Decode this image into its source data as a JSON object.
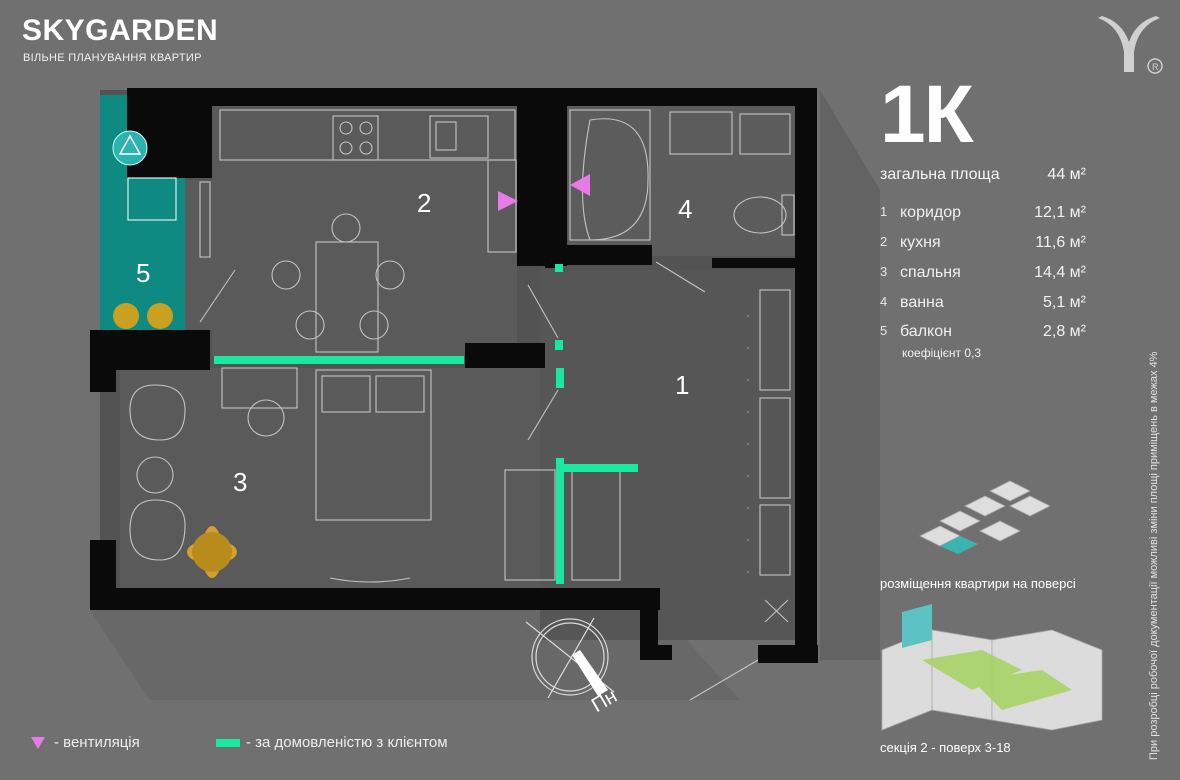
{
  "brand": {
    "name": "SKYGARDEN",
    "subtitle": "ВІЛЬНЕ ПЛАНУВАННЯ КВАРТИР"
  },
  "apartment": {
    "type": "1К",
    "total_label": "загальна площа",
    "total_value": "44 м²",
    "rooms": [
      {
        "num": "1",
        "name": "коридор",
        "area": "12,1 м²"
      },
      {
        "num": "2",
        "name": "кухня",
        "area": "11,6 м²"
      },
      {
        "num": "3",
        "name": "спальня",
        "area": "14,4 м²"
      },
      {
        "num": "4",
        "name": "ванна",
        "area": "5,1 м²"
      },
      {
        "num": "5",
        "name": "балкон",
        "area": "2,8 м²"
      }
    ],
    "coefficient": "коефіцієнт 0,3"
  },
  "plan_labels": {
    "r1": "1",
    "r2": "2",
    "r3": "3",
    "r4": "4",
    "r5": "5",
    "compass": "Пн"
  },
  "location_caption": "розміщення квартири на поверсі",
  "section_caption": "секція 2 - поверх 3-18",
  "legend": {
    "ventilation": "- вентиляція",
    "by_agreement": "- за домовленістю з клієнтом"
  },
  "disclaimer": "При розробці робочої документації можливі зміни площі приміщень в межах 4%",
  "colors": {
    "background": "#707070",
    "wall": "#0a0a0a",
    "accent_green": "#19e8a0",
    "ventilation": "#e57ae8",
    "balcony": "#0e8a82"
  }
}
